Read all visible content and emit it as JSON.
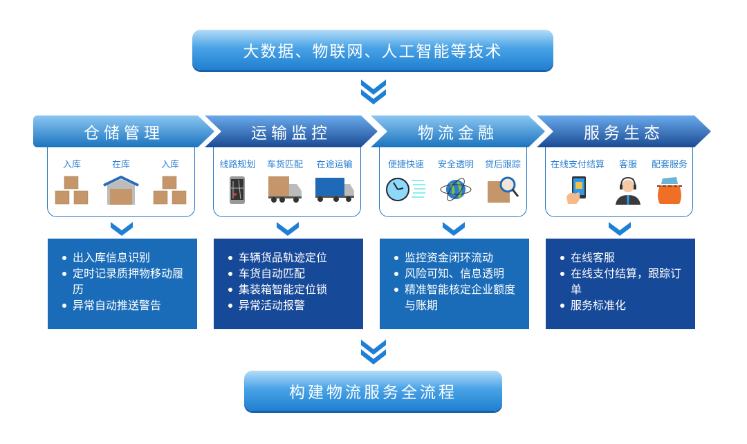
{
  "top_banner": "大数据、物联网、人工智能等技术",
  "bottom_banner": "构建物流服务全流程",
  "columns": [
    {
      "title": "仓储管理",
      "items": [
        {
          "label": "入库",
          "icon": "boxes-icon"
        },
        {
          "label": "在库",
          "icon": "warehouse-icon"
        },
        {
          "label": "入库",
          "icon": "boxes-icon"
        }
      ],
      "bullets": [
        "出入库信息识别",
        "定时记录质押物移动履历",
        "异常自动推送警告"
      ]
    },
    {
      "title": "运输监控",
      "items": [
        {
          "label": "线路规划",
          "icon": "phone-map-icon"
        },
        {
          "label": "车货匹配",
          "icon": "cargo-truck-icon"
        },
        {
          "label": "在途运输",
          "icon": "container-truck-icon"
        }
      ],
      "bullets": [
        "车辆货品轨迹定位",
        "车货自动匹配",
        "集装箱智能定位锁",
        "异常活动报警"
      ]
    },
    {
      "title": "物流金融",
      "items": [
        {
          "label": "便捷快速",
          "icon": "clock-icon"
        },
        {
          "label": "安全透明",
          "icon": "globe-icon"
        },
        {
          "label": "贷后跟踪",
          "icon": "box-search-icon"
        }
      ],
      "bullets": [
        "监控资金闭环流动",
        "风险可知、信息透明",
        "精准智能核定企业额度与账期"
      ]
    },
    {
      "title": "服务生态",
      "items": [
        {
          "label": "在线支付结算",
          "icon": "mobile-pay-icon"
        },
        {
          "label": "客服",
          "icon": "customer-service-icon"
        },
        {
          "label": "配套服务",
          "icon": "money-bag-icon"
        }
      ],
      "bullets": [
        "在线客服",
        "在线支付结算，跟踪订单",
        "服务标准化"
      ]
    }
  ]
}
